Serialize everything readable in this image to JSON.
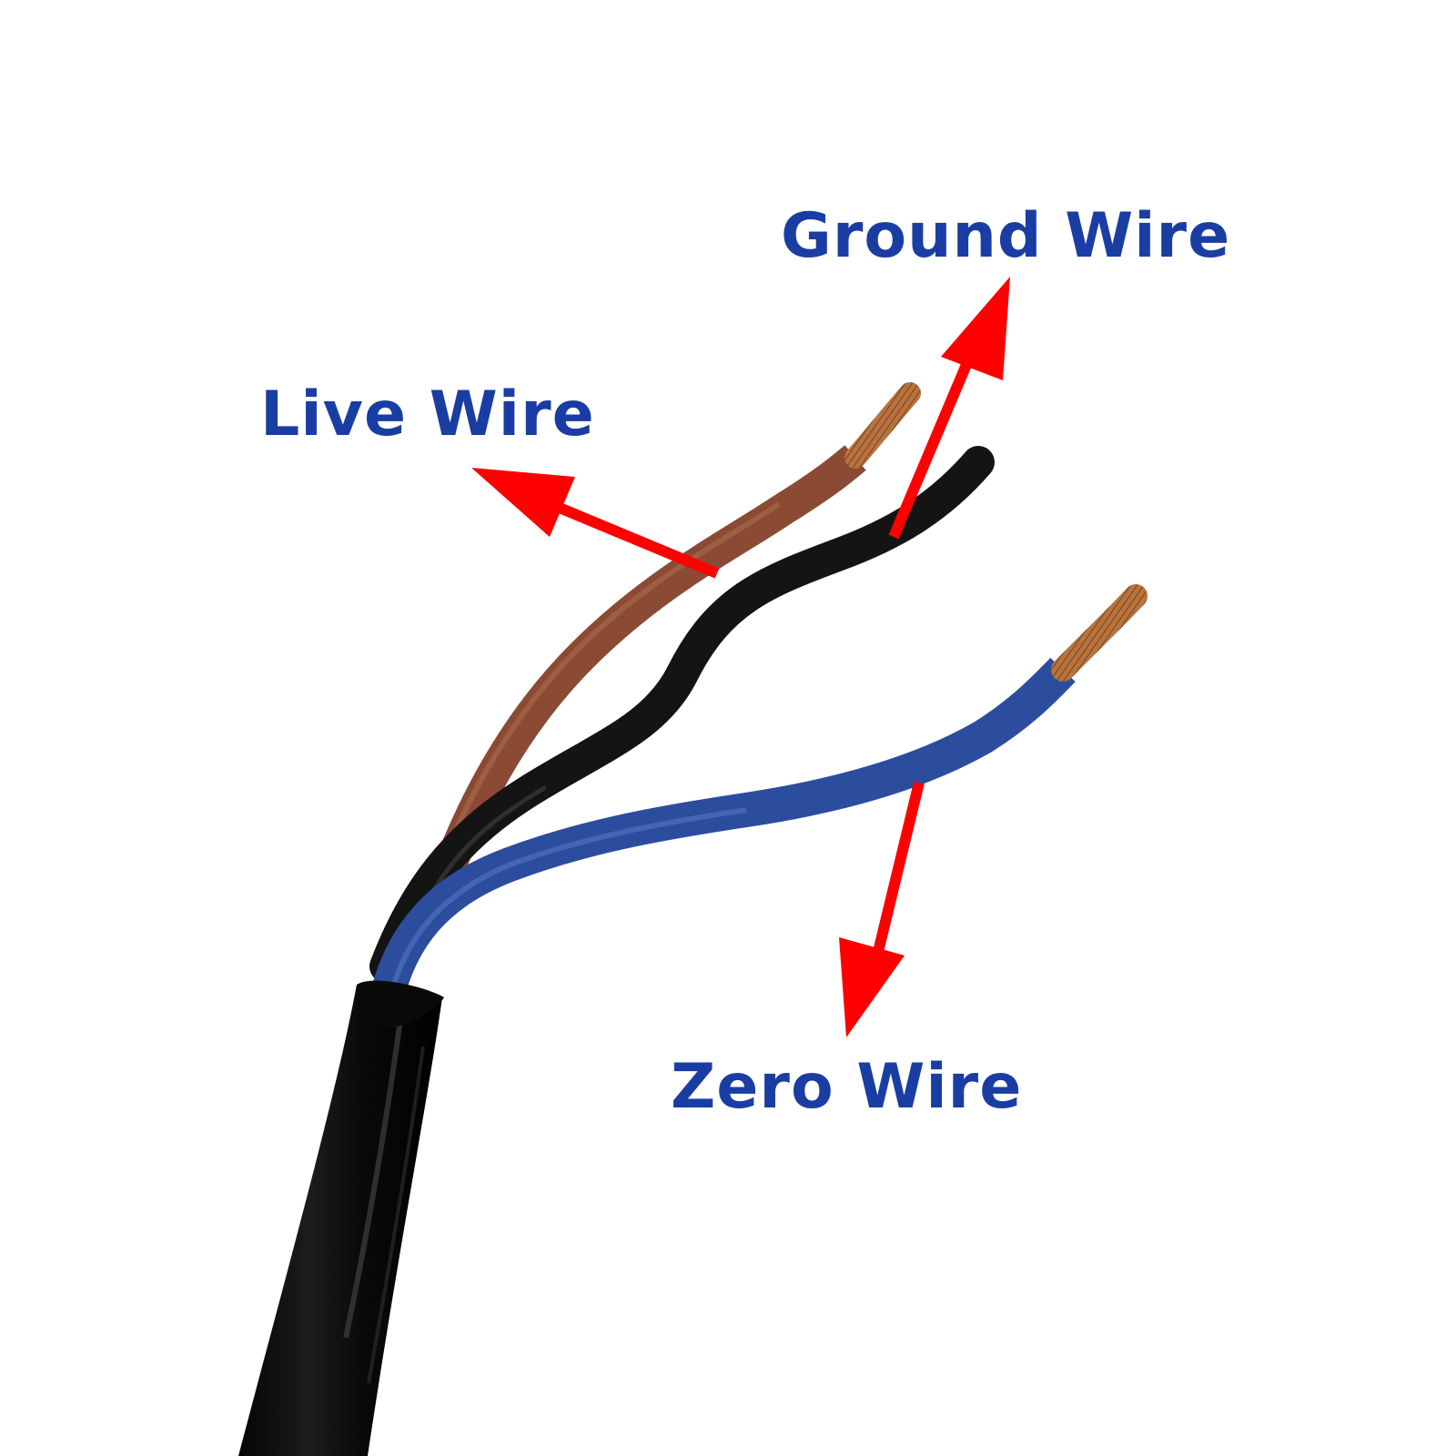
{
  "labels": {
    "ground": "Ground Wire",
    "live": "Live Wire",
    "zero": "Zero Wire"
  },
  "colors": {
    "label_text": "#1a3da3",
    "arrow": "#ff0000",
    "cable_jacket": "#0c0c0c",
    "live_insulation": "#8a4a33",
    "ground_insulation": "#141414",
    "zero_insulation": "#2c4d9e",
    "copper": "#b8733f",
    "background": "#ffffff"
  }
}
